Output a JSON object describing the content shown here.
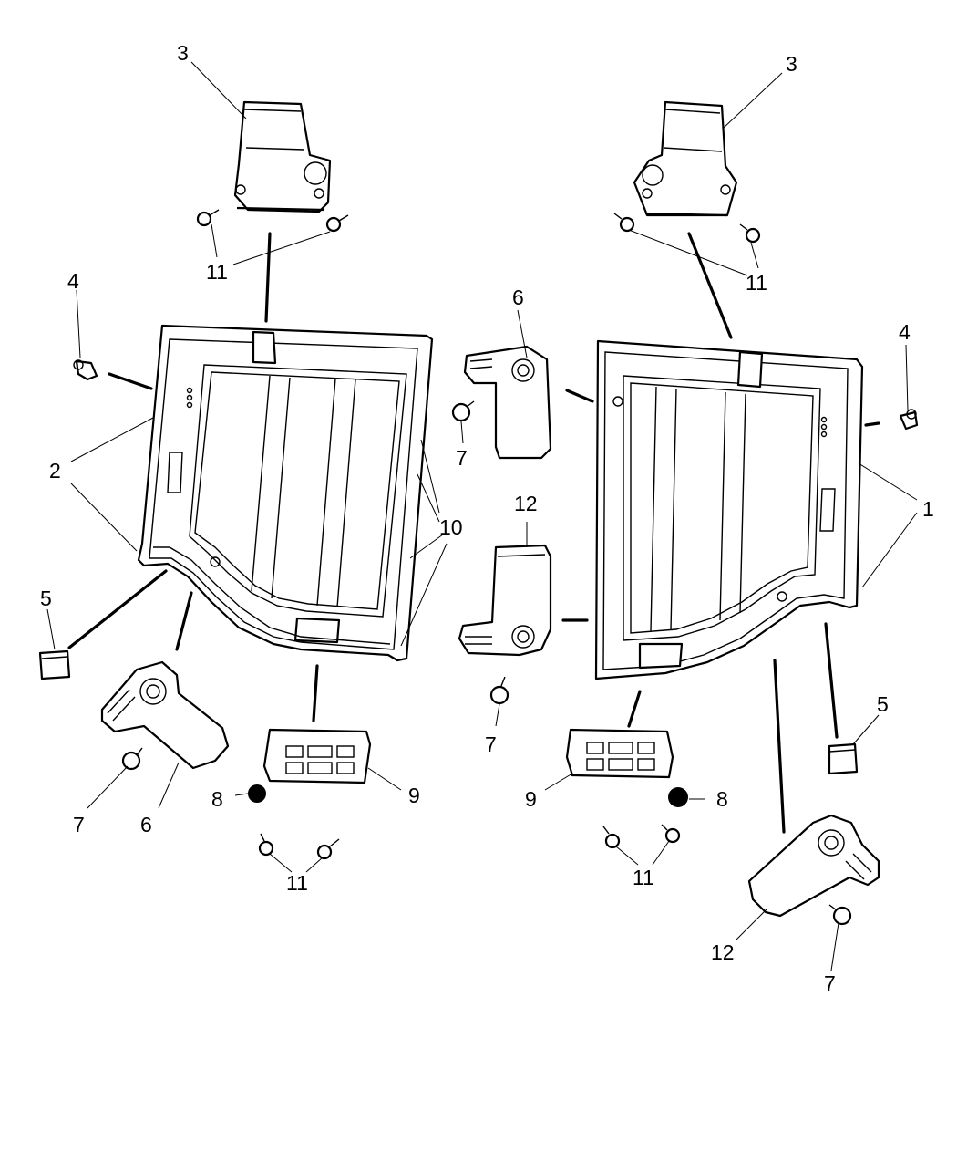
{
  "callouts": {
    "c1": "1",
    "c2": "2",
    "c3a": "3",
    "c3b": "3",
    "c4a": "4",
    "c4b": "4",
    "c5a": "5",
    "c5b": "5",
    "c6a": "6",
    "c6b": "6",
    "c7a": "7",
    "c7b": "7",
    "c7c": "7",
    "c7d": "7",
    "c8a": "8",
    "c8b": "8",
    "c9a": "9",
    "c9b": "9",
    "c10": "10",
    "c11a": "11",
    "c11b": "11",
    "c11c": "11",
    "c11d": "11",
    "c12a": "12",
    "c12b": "12"
  }
}
